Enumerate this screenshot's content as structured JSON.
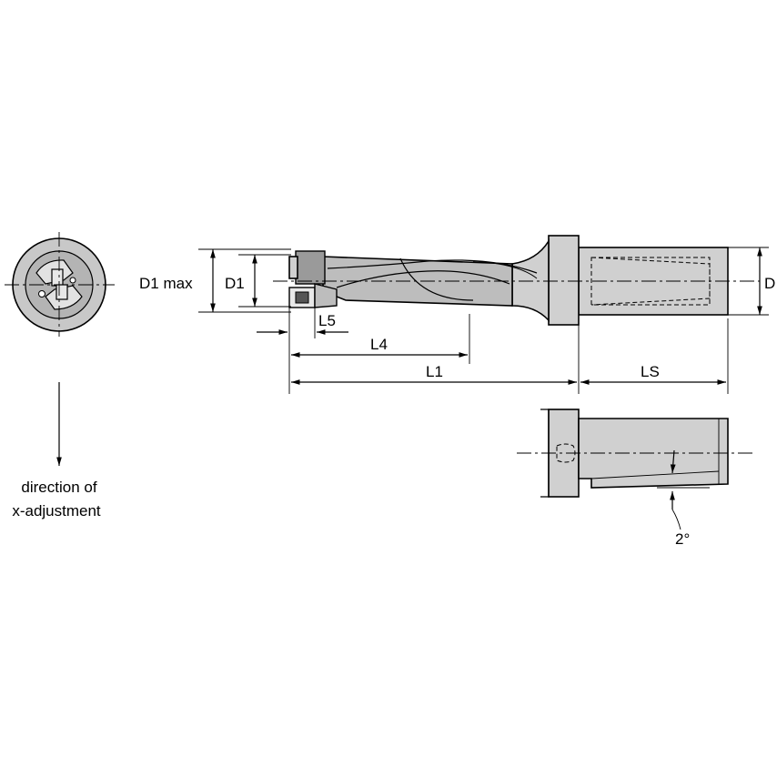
{
  "labels": {
    "d1_max": "D1 max",
    "d1": "D1",
    "d": "D",
    "l5": "L5",
    "l4": "L4",
    "l1": "L1",
    "ls": "LS",
    "angle": "2°",
    "direction_line1": "direction of",
    "direction_line2": "x-adjustment"
  }
}
